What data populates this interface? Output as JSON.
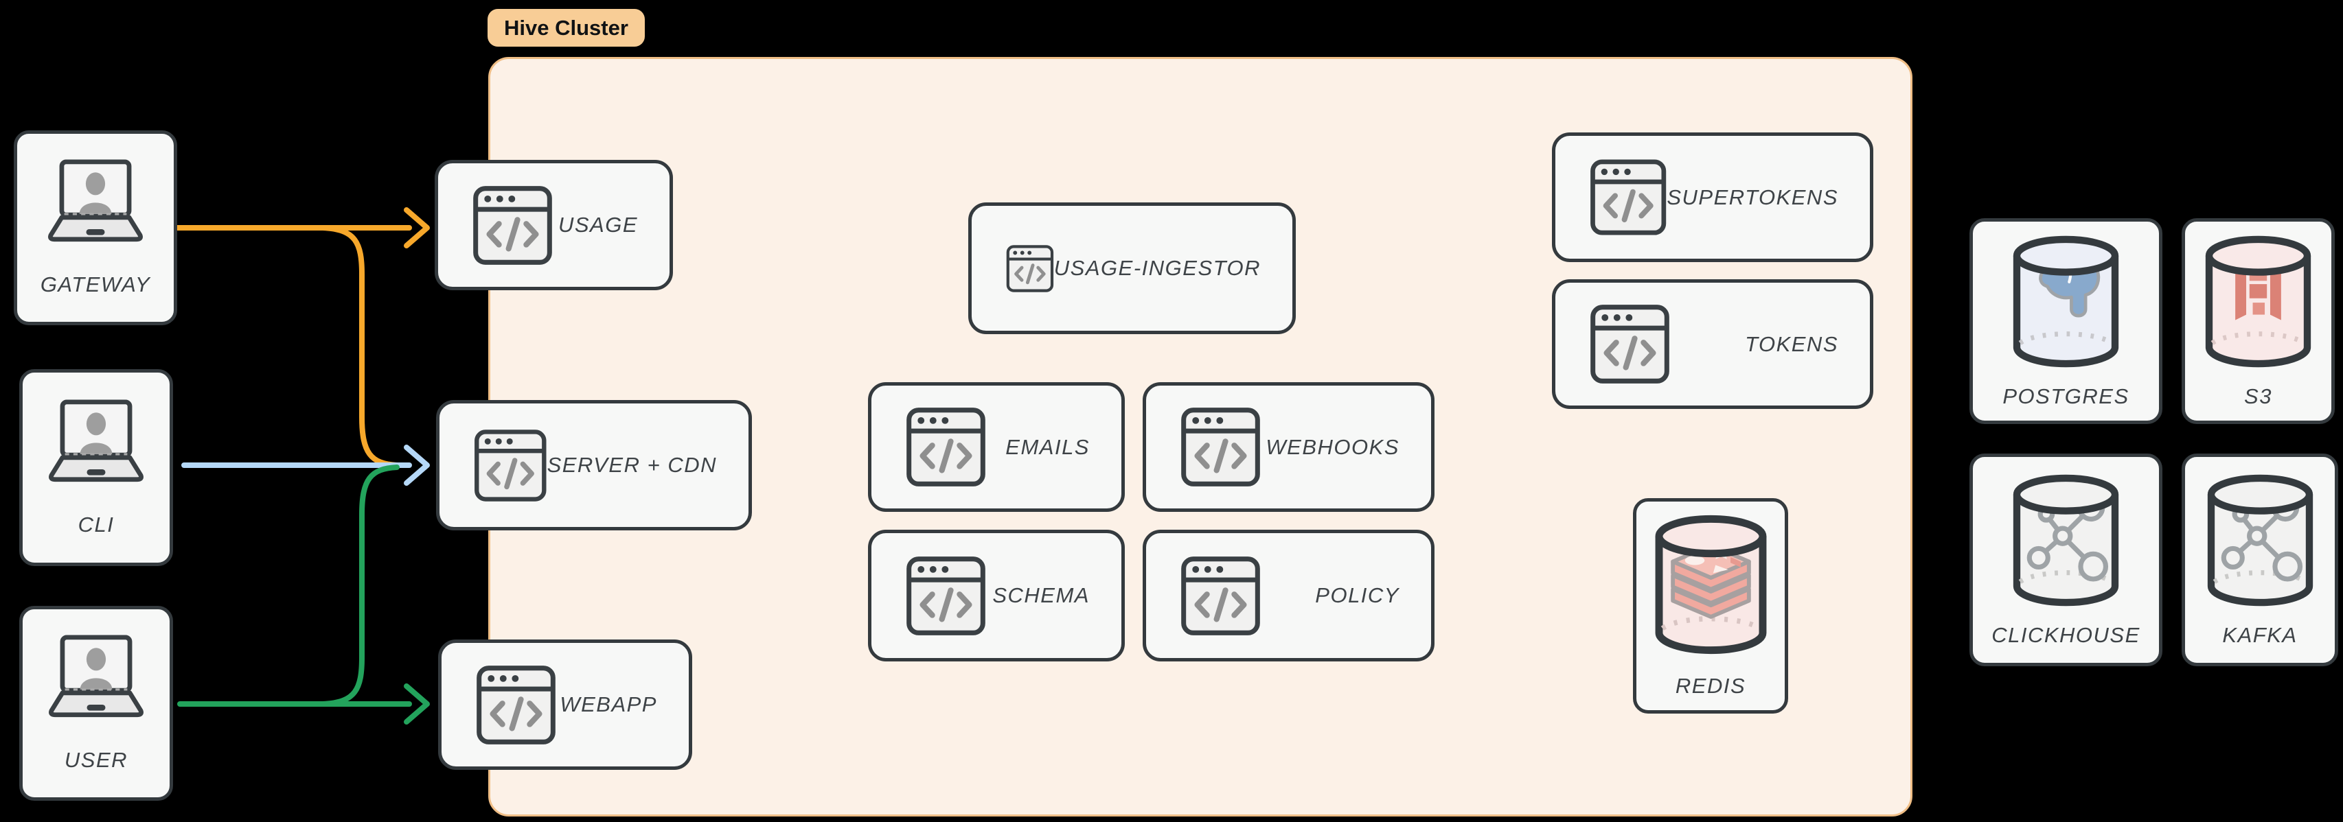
{
  "cluster": {
    "label": "Hive Cluster",
    "fill": "#FCF1E7",
    "border": "#F0BE86",
    "pill_fill": "#F8CD96"
  },
  "actors": {
    "gateway": {
      "label": "GATEWAY",
      "icon": "laptop-user-icon"
    },
    "cli": {
      "label": "CLI",
      "icon": "laptop-user-icon"
    },
    "user": {
      "label": "USER",
      "icon": "laptop-user-icon"
    }
  },
  "services": {
    "usage": {
      "label": "USAGE",
      "icon": "browser-code-icon"
    },
    "server_cdn": {
      "label": "SERVER + CDN",
      "icon": "browser-code-icon"
    },
    "webapp": {
      "label": "WEBAPP",
      "icon": "browser-code-icon"
    },
    "usage_ingestor": {
      "label": "USAGE-INGESTOR",
      "icon": "browser-code-icon"
    },
    "emails": {
      "label": "EMAILS",
      "icon": "browser-code-icon"
    },
    "webhooks": {
      "label": "WEBHOOKS",
      "icon": "browser-code-icon"
    },
    "schema": {
      "label": "SCHEMA",
      "icon": "browser-code-icon"
    },
    "policy": {
      "label": "POLICY",
      "icon": "browser-code-icon"
    },
    "supertokens": {
      "label": "SUPERTOKENS",
      "icon": "browser-code-icon"
    },
    "tokens": {
      "label": "TOKENS",
      "icon": "browser-code-icon"
    }
  },
  "datastores": {
    "redis": {
      "label": "REDIS",
      "icon": "redis-database-icon"
    },
    "postgres": {
      "label": "POSTGRES",
      "icon": "postgres-database-icon"
    },
    "s3": {
      "label": "S3",
      "icon": "s3-database-icon"
    },
    "clickhouse": {
      "label": "CLICKHOUSE",
      "icon": "cluster-database-icon"
    },
    "kafka": {
      "label": "KAFKA",
      "icon": "cluster-database-icon"
    }
  },
  "edges": [
    {
      "from": "GATEWAY",
      "to": "USAGE",
      "color": "#F7A82B"
    },
    {
      "from": "GATEWAY",
      "to": "SERVER + CDN",
      "color": "#F7A82B"
    },
    {
      "from": "CLI",
      "to": "SERVER + CDN",
      "color": "#B5D8F8"
    },
    {
      "from": "USER",
      "to": "SERVER + CDN",
      "color": "#23A35C"
    },
    {
      "from": "USER",
      "to": "WEBAPP",
      "color": "#23A35C"
    }
  ],
  "colors": {
    "node_fill": "#F7F8F7",
    "node_border": "#343A3E",
    "label_text": "#3E4347",
    "orange_edge": "#F7A82B",
    "blue_edge": "#B5D8F8",
    "green_edge": "#23A35C",
    "redis_pink": "#F1A99F",
    "postgres_blue": "#88A9CC",
    "s3_red": "#DB8276"
  }
}
